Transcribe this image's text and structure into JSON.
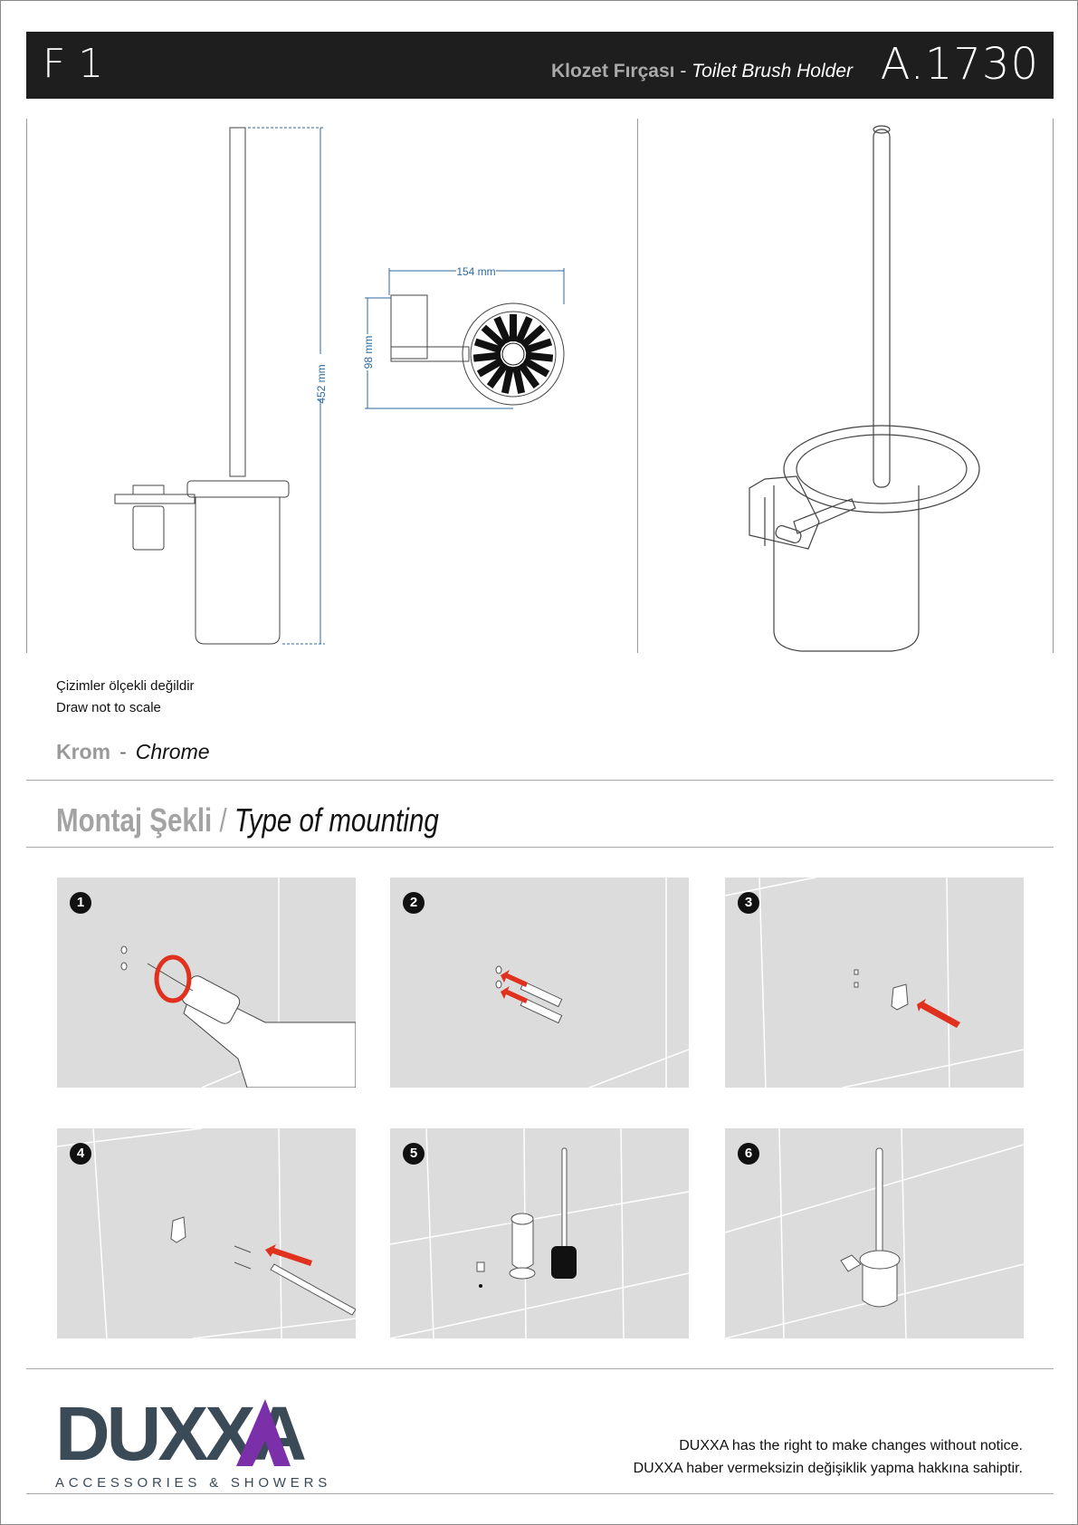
{
  "header": {
    "series": "F1",
    "title_tr": "Klozet Fırçası",
    "title_separator": "-",
    "title_en": "Toilet Brush Holder",
    "product_code": "A.1730"
  },
  "drawing": {
    "dim_height": "452 mm",
    "dim_width": "154 mm",
    "dim_depth": "98 mm"
  },
  "notes": {
    "scale_tr": "Çizimler ölçekli değildir",
    "scale_en": "Draw not to scale"
  },
  "finish": {
    "tr": "Krom",
    "separator": "-",
    "en": "Chrome"
  },
  "mounting": {
    "title_tr": "Montaj Şekli",
    "separator": "/",
    "title_en": "Type of mounting",
    "steps": [
      {
        "number": "1"
      },
      {
        "number": "2"
      },
      {
        "number": "3"
      },
      {
        "number": "4"
      },
      {
        "number": "5"
      },
      {
        "number": "6"
      }
    ]
  },
  "footer": {
    "logo_text": "DUXXA",
    "tagline": "ACCESSORIES & SHOWERS",
    "disclaimer_en": "DUXXA has the right to make changes without notice.",
    "disclaimer_tr": "DUXXA haber vermeksizin değişiklik yapma hakkına sahiptir."
  },
  "colors": {
    "header_bg": "#1e1e1e",
    "dimension_blue": "#2c6aa0",
    "arrow_red": "#e0301e",
    "logo_dark": "#3b4a57",
    "logo_purple": "#7b2fa8",
    "step_bg": "#dcdcdc"
  }
}
